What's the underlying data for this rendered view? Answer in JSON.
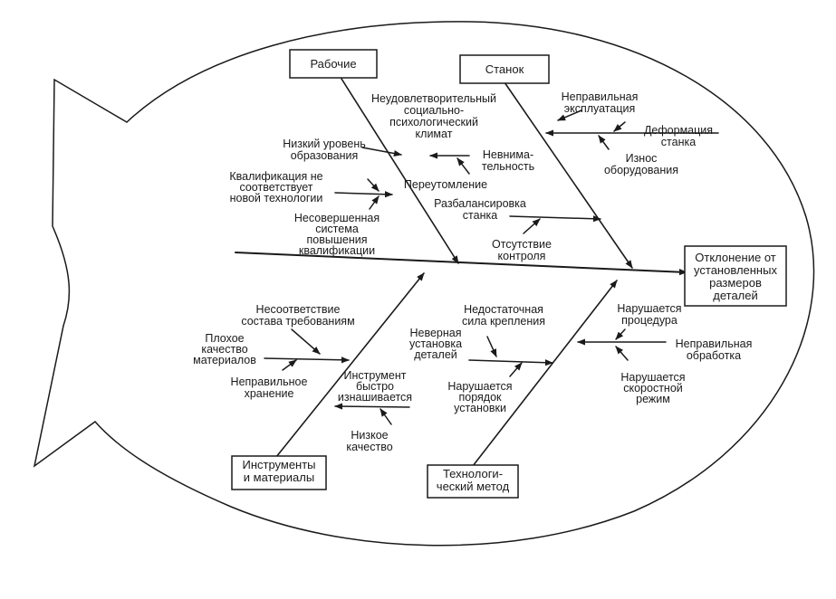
{
  "effect": {
    "lines": [
      "Отклонение от",
      "установленных",
      "размеров",
      "деталей"
    ]
  },
  "categories": {
    "workers": {
      "lines": [
        "Рабочие"
      ]
    },
    "machine": {
      "lines": [
        "Станок"
      ]
    },
    "tools": {
      "lines": [
        "Инструменты",
        "и материалы"
      ]
    },
    "method": {
      "lines": [
        "Технологи-",
        "ческий метод"
      ]
    }
  },
  "causes": {
    "climate": [
      "Неудовлетворительный",
      "социально-",
      "психологический",
      "климат"
    ],
    "education": [
      "Низкий уровень",
      "образования"
    ],
    "inattention": [
      "Невнима-",
      "тельность"
    ],
    "overwork": [
      "Переутомление"
    ],
    "qualification": [
      "Квалификация не",
      "соответствует",
      "новой технологии"
    ],
    "training": [
      "Несовершенная",
      "система",
      "повышения",
      "квалификации"
    ],
    "misuse": [
      "Неправильная",
      "эксплуатация"
    ],
    "deformation": [
      "Деформация",
      "станка"
    ],
    "wear": [
      "Износ",
      "оборудования"
    ],
    "imbalance": [
      "Разбалансировка",
      "станка"
    ],
    "no_control": [
      "Отсутствие",
      "контроля"
    ],
    "mismatch": [
      "Несоответствие",
      "состава требованиям"
    ],
    "bad_quality": [
      "Плохое",
      "качество",
      "материалов"
    ],
    "bad_storage": [
      "Неправильное",
      "хранение"
    ],
    "tool_wear": [
      "Инструмент",
      "быстро",
      "изнашивается"
    ],
    "low_quality": [
      "Низкое",
      "качество"
    ],
    "clamping": [
      "Недостаточная",
      "сила крепления"
    ],
    "wrong_setup": [
      "Неверная",
      "установка",
      "деталей"
    ],
    "order": [
      "Нарушается",
      "порядок",
      "установки"
    ],
    "procedure": [
      "Нарушается",
      "процедура"
    ],
    "wrong_processing": [
      "Неправильная",
      "обработка"
    ],
    "speed": [
      "Нарушается",
      "скоростной",
      "режим"
    ]
  }
}
